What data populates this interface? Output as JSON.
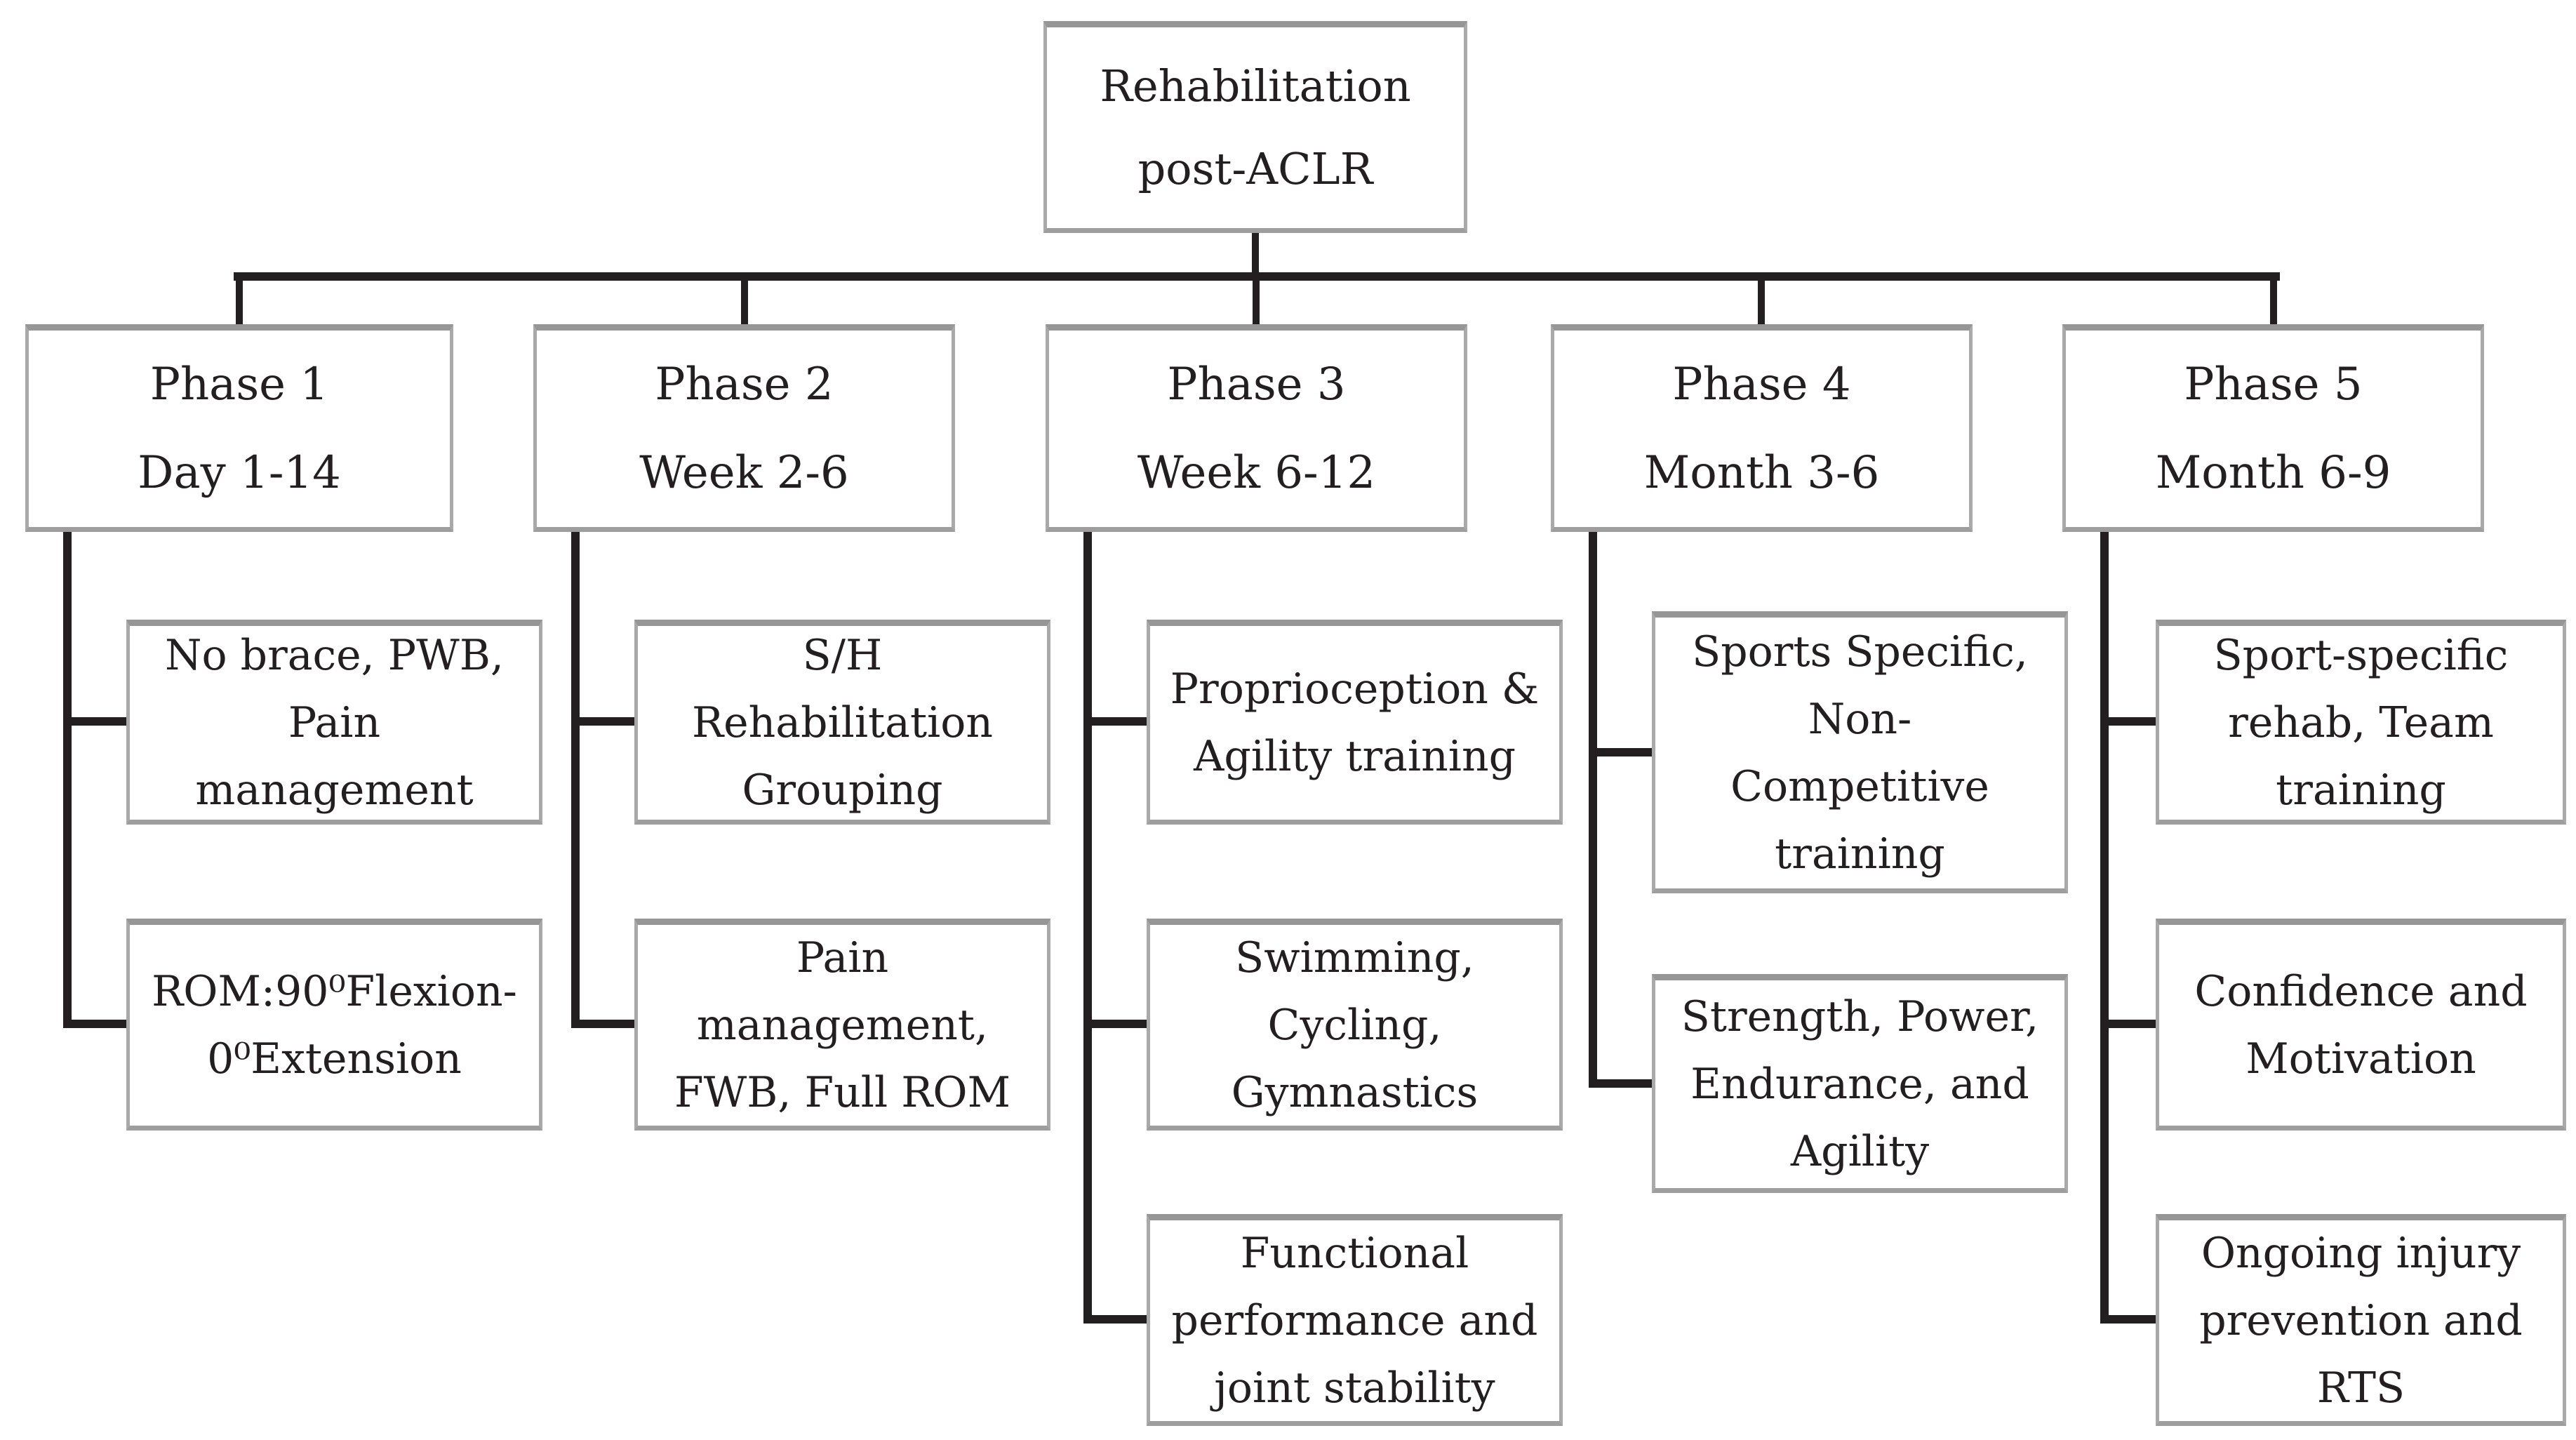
{
  "diagram": {
    "root": {
      "lines": [
        "Rehabilitation",
        "post-ACLR"
      ]
    },
    "phases": [
      {
        "label": "Phase 1",
        "period": "Day 1-14",
        "children": [
          {
            "lines": [
              "No brace, PWB,",
              "Pain",
              "management"
            ]
          },
          {
            "lines": [
              "ROM:90⁰Flexion-",
              "0⁰Extension"
            ]
          }
        ]
      },
      {
        "label": "Phase 2",
        "period": "Week 2-6",
        "children": [
          {
            "lines": [
              "S/H",
              "Rehabilitation",
              "Grouping"
            ]
          },
          {
            "lines": [
              "Pain",
              "management,",
              "FWB, Full ROM"
            ]
          }
        ]
      },
      {
        "label": "Phase 3",
        "period": "Week 6-12",
        "children": [
          {
            "lines": [
              "Proprioception &",
              "Agility training"
            ]
          },
          {
            "lines": [
              "Swimming,",
              "Cycling,",
              "Gymnastics"
            ]
          },
          {
            "lines": [
              "Functional",
              "performance and",
              "joint stability"
            ]
          }
        ]
      },
      {
        "label": "Phase 4",
        "period": "Month 3-6",
        "children": [
          {
            "lines": [
              "Sports Specific,",
              "Non-",
              "Competitive",
              "training"
            ]
          },
          {
            "lines": [
              "Strength, Power,",
              "Endurance, and",
              "Agility"
            ]
          }
        ]
      },
      {
        "label": "Phase 5",
        "period": "Month 6-9",
        "children": [
          {
            "lines": [
              "Sport-specific",
              "rehab, Team",
              "training"
            ]
          },
          {
            "lines": [
              "Confidence and",
              "Motivation"
            ]
          },
          {
            "lines": [
              "Ongoing injury",
              "prevention and",
              "RTS"
            ]
          }
        ]
      }
    ],
    "colors": {
      "connector": "#231f20",
      "box_border": "#a9a9a9",
      "text": "#231f20",
      "background": "#ffffff"
    }
  }
}
